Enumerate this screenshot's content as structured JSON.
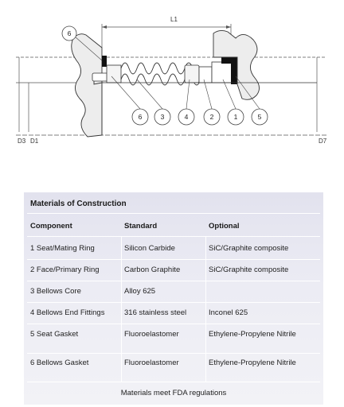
{
  "diagram": {
    "dimension_labels": {
      "length": "L1",
      "left_outer": "D3",
      "left_inner": "D1",
      "right": "D7"
    },
    "callouts": [
      "6",
      "6",
      "3",
      "4",
      "2",
      "1",
      "5"
    ]
  },
  "table": {
    "title": "Materials of Construction",
    "headers": [
      "Component",
      "Standard",
      "Optional"
    ],
    "rows": [
      {
        "component": "1  Seat/Mating Ring",
        "standard": "Silicon Carbide",
        "optional": "SiC/Graphite composite"
      },
      {
        "component": "2  Face/Primary Ring",
        "standard": "Carbon Graphite",
        "optional": "SiC/Graphite composite"
      },
      {
        "component": "3  Bellows Core",
        "standard": "Alloy 625",
        "optional": ""
      },
      {
        "component": "4  Bellows End Fittings",
        "standard": "316 stainless steel",
        "optional": "Inconel 625"
      },
      {
        "component": "5  Seat Gasket",
        "standard": "Fluoroelastomer",
        "optional": "Ethylene-Propylene Nitrile"
      },
      {
        "component": "6  Bellows Gasket",
        "standard": "Fluoroelastomer",
        "optional": "Ethylene-Propylene Nitrile"
      }
    ],
    "footer": "Materials meet FDA regulations"
  }
}
